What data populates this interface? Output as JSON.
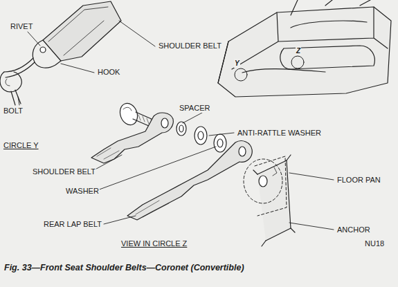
{
  "diagram": {
    "caption": "Fig. 33—Front Seat Shoulder Belts—Coronet (Convertible)",
    "labels": [
      "RIVET",
      "SHOULDER BELT",
      "HOOK",
      "BOLT",
      "CIRCLE Y",
      "SPACER",
      "ANTI-RATTLE WASHER",
      "SHOULDER BELT",
      "WASHER",
      "FLOOR PAN",
      "REAR LAP BELT",
      "ANCHOR",
      "VIEW IN CIRCLE Z",
      "NU18",
      "Y",
      "Z"
    ]
  }
}
